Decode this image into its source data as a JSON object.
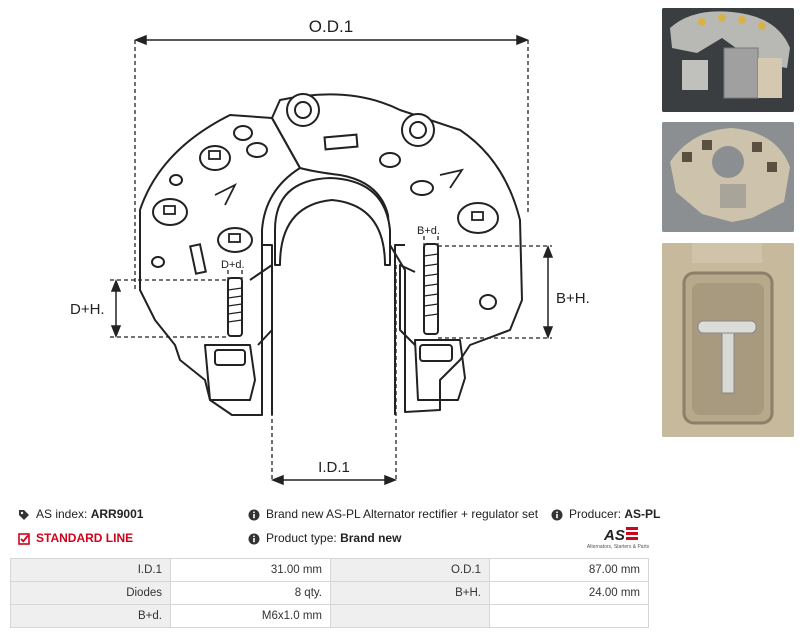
{
  "drawing": {
    "dims": {
      "od": "O.D.1",
      "id": "I.D.1",
      "dh": "D+H.",
      "dd": "D+d.",
      "bh": "B+H.",
      "bd": "B+d."
    }
  },
  "photos": {
    "top": "rectifier-assembly-photo",
    "middle": "rectifier-underside-photo",
    "bottom": "terminal-closeup-photo"
  },
  "info": {
    "as_index_label": "AS index:",
    "as_index_value": "ARR9001",
    "standard_line": "STANDARD LINE",
    "description": "Brand new AS-PL Alternator rectifier + regulator set",
    "product_type_label": "Product type:",
    "product_type_value": "Brand new",
    "producer_label": "Producer:",
    "producer_value": "AS-PL"
  },
  "logo": {
    "text": "AS",
    "tagline": "Alternators, Starters & Parts",
    "colors": {
      "red": "#d0021b"
    }
  },
  "specs": {
    "rows": [
      {
        "l1": "I.D.1",
        "v1": "31.00 mm",
        "l2": "O.D.1",
        "v2": "87.00 mm"
      },
      {
        "l1": "Diodes",
        "v1": "8 qty.",
        "l2": "B+H.",
        "v2": "24.00 mm"
      },
      {
        "l1": "B+d.",
        "v1": "M6x1.0 mm",
        "l2": "",
        "v2": ""
      }
    ]
  },
  "colors": {
    "accent_red": "#d0021b",
    "table_label_bg": "#efefef",
    "table_border": "#d6d6d6"
  }
}
